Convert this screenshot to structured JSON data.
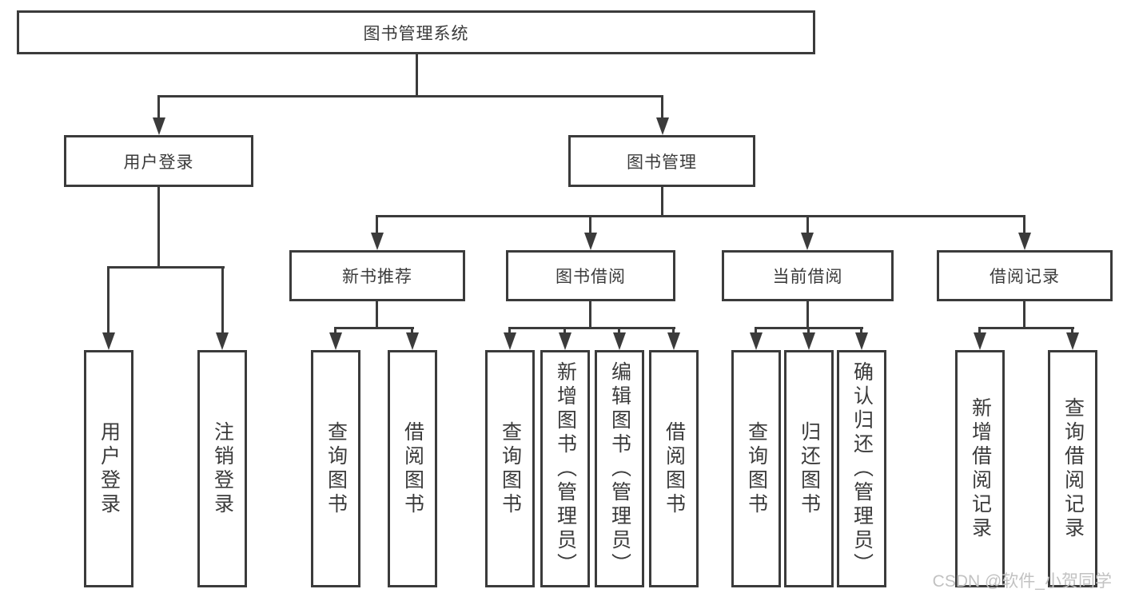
{
  "diagram": {
    "title": "图书管理系统",
    "branches": [
      {
        "label": "用户登录",
        "children": [
          {
            "label": "用户登录"
          },
          {
            "label": "注销登录"
          }
        ]
      },
      {
        "label": "图书管理",
        "children": [
          {
            "label": "新书推荐",
            "children": [
              {
                "label": "查询图书"
              },
              {
                "label": "借阅图书"
              }
            ]
          },
          {
            "label": "图书借阅",
            "children": [
              {
                "label": "查询图书"
              },
              {
                "label": "新增图书（管理员）"
              },
              {
                "label": "编辑图书（管理员）"
              },
              {
                "label": "借阅图书"
              }
            ]
          },
          {
            "label": "当前借阅",
            "children": [
              {
                "label": "查询图书"
              },
              {
                "label": "归还图书"
              },
              {
                "label": "确认归还（管理员）"
              }
            ]
          },
          {
            "label": "借阅记录",
            "children": [
              {
                "label": "新增借阅记录"
              },
              {
                "label": "查询借阅记录"
              }
            ]
          }
        ]
      }
    ]
  },
  "watermark": "CSDN @软件_小贺同学",
  "colors": {
    "line": "#3b3b3b",
    "text": "#3b3b3b",
    "bg": "#ffffff",
    "watermark": "#c2c2c2"
  }
}
